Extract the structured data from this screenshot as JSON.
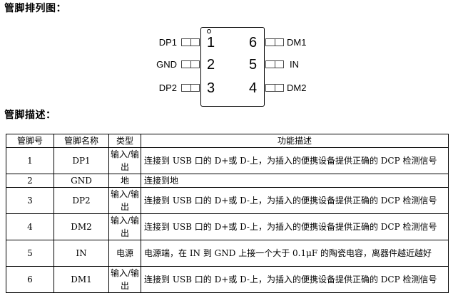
{
  "headings": {
    "pin_arrangement": "管脚排列图：",
    "pin_description": "管脚描述："
  },
  "diagram": {
    "left_pins": [
      {
        "name": "DP1",
        "number": "1"
      },
      {
        "name": "GND",
        "number": "2"
      },
      {
        "name": "DP2",
        "number": "3"
      }
    ],
    "right_pins": [
      {
        "number": "6",
        "name": "DM1"
      },
      {
        "number": "5",
        "name": "IN"
      },
      {
        "number": "4",
        "name": "DM2"
      }
    ]
  },
  "table": {
    "headers": [
      "管脚号",
      "管脚名称",
      "类型",
      "功能描述"
    ],
    "rows": [
      {
        "pin": "1",
        "name": "DP1",
        "type": "输入/输出",
        "desc": "连接到 USB 口的 D+或 D-上，为插入的便携设备提供正确的 DCP 检测信号"
      },
      {
        "pin": "2",
        "name": "GND",
        "type": "地",
        "desc": "连接到地"
      },
      {
        "pin": "3",
        "name": "DP2",
        "type": "输入/输出",
        "desc": "连接到 USB 口的 D+或 D-上，为插入的便携设备提供正确的 DCP 检测信号"
      },
      {
        "pin": "4",
        "name": "DM2",
        "type": "输入/输出",
        "desc": "连接到 USB 口的 D+或 D-上，为插入的便携设备提供正确的 DCP 检测信号"
      },
      {
        "pin": "5",
        "name": "IN",
        "type": "电源",
        "desc": "电源端，在 IN 到 GND 上接一个大于 0.1μF 的陶瓷电容，离器件越近越好"
      },
      {
        "pin": "6",
        "name": "DM1",
        "type": "输入/输出",
        "desc": "连接到 USB 口的 D+或 D-上，为插入的便携设备提供正确的 DCP 检测信号"
      }
    ]
  }
}
